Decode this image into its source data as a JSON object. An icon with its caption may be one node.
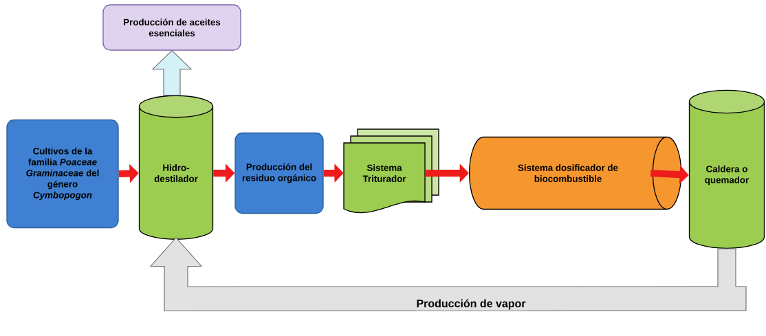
{
  "diagram": {
    "nodes": [
      {
        "text": [
          "Producción de aceites esenciales"
        ]
      },
      {
        "text": [
          "Cultivos de la familia *Poaceae* *Graminaceae* del género *Cymbopogon*"
        ]
      },
      {
        "text": [
          "Hidro-destilador"
        ]
      },
      {
        "text": [
          "Producción del residuo orgánico"
        ]
      },
      {
        "text": [
          "Sistema Triturador"
        ]
      },
      {
        "text": [
          "Sistema dosificador de biocombustible"
        ]
      },
      {
        "text": [
          "Caldera o quemador"
        ]
      }
    ],
    "edges": [
      {
        "from": 1,
        "to": 2,
        "arrow": "to"
      },
      {
        "from": 2,
        "to": 0,
        "arrow": "to",
        "style": "thick",
        "color": "#d5f1f8"
      },
      {
        "from": 2,
        "to": 3,
        "arrow": "to"
      },
      {
        "from": 3,
        "to": 4,
        "arrow": "to"
      },
      {
        "from": 4,
        "to": 5,
        "arrow": "to"
      },
      {
        "from": 5,
        "to": 6,
        "arrow": "to"
      },
      {
        "from": 6,
        "to": 2,
        "arrow": "to",
        "style": "thick",
        "color": "#e2e2e2",
        "label": "Producción de vapor"
      }
    ]
  }
}
